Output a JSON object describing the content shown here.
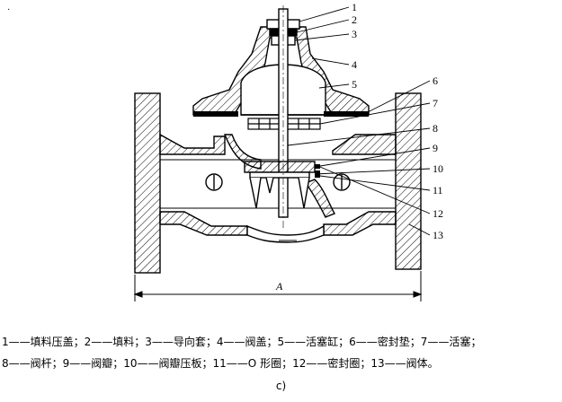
{
  "callouts": [
    "1",
    "2",
    "3",
    "4",
    "5",
    "6",
    "7",
    "8",
    "9",
    "10",
    "11",
    "12",
    "13"
  ],
  "dimension_label": "A",
  "legend": {
    "line1": "1——填料压盖；2——填料；3——导向套；4——阀盖；5——活塞缸；6——密封垫；7——活塞；",
    "line2": "8——阀杆；9——阀瓣；10——阀瓣压板；11——O 形圈；12——密封圈；13——阀体。"
  },
  "sub_label": "c)"
}
